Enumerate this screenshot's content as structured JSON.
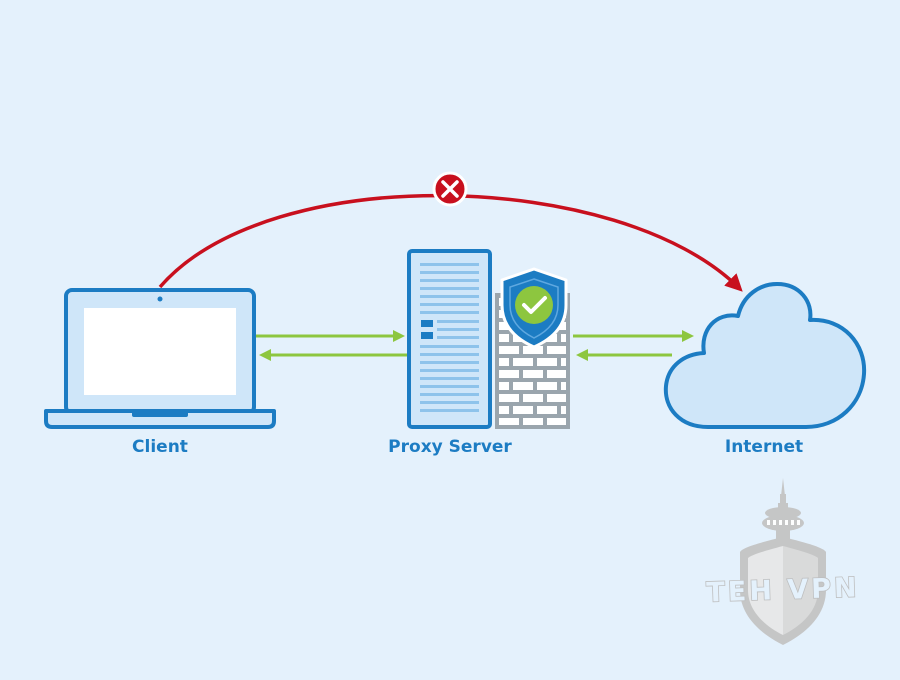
{
  "nodes": {
    "client": {
      "label": "Client"
    },
    "proxy": {
      "label": "Proxy Server"
    },
    "internet": {
      "label": "Internet"
    }
  },
  "connections": [
    {
      "from": "client",
      "to": "internet",
      "style": "curved-arrow",
      "status": "blocked",
      "icon": "x-circle-icon"
    },
    {
      "from": "client",
      "to": "proxy",
      "style": "bidirectional-arrows"
    },
    {
      "from": "proxy",
      "to": "internet",
      "style": "bidirectional-arrows"
    }
  ],
  "proxy_badge": {
    "icon": "shield-check-icon"
  },
  "watermark": {
    "text": "TEH VPN",
    "icon": "tower-shield-logo"
  },
  "colors": {
    "background": "#e4f1fc",
    "primary": "#1c7cc3",
    "label": "#1c7cc3",
    "arrow_ok": "#8dc63f",
    "arrow_blocked": "#c8101e",
    "firewall": "#9aa5ad",
    "cloud_fill": "#cfe6f9",
    "watermark": "#c4c4c4"
  }
}
